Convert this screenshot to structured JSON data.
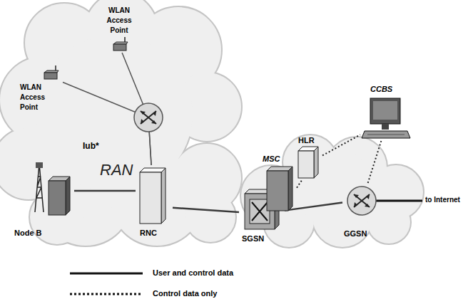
{
  "diagram": {
    "nodes": [
      {
        "text": [
          "RAN"
        ]
      },
      {
        "text": [
          "WLAN Access Point"
        ],
        "in": 0
      },
      {
        "text": [
          "WLAN Access Point"
        ],
        "in": 0
      },
      {
        "text": [
          "Node B"
        ],
        "in": 0
      },
      {
        "text": [
          "RNC"
        ],
        "in": 0
      },
      {
        "text": [
          "SGSN"
        ]
      },
      {
        "text": [
          "MSC"
        ]
      },
      {
        "text": [
          "HLR"
        ]
      },
      {
        "text": [
          "GGSN"
        ]
      },
      {
        "text": [
          "CCBS"
        ]
      }
    ],
    "edges": [
      {
        "from": 1,
        "to": 4,
        "arrow": "none"
      },
      {
        "from": 2,
        "to": 4,
        "arrow": "none"
      },
      {
        "from": 3,
        "to": 4,
        "arrow": "none"
      },
      {
        "from": 4,
        "to": 5,
        "arrow": "none"
      },
      {
        "from": 5,
        "to": 8,
        "arrow": "none"
      },
      {
        "from": 6,
        "to": 7,
        "arrow": "none"
      },
      {
        "from": 7,
        "to": 9,
        "arrow": "none"
      },
      {
        "from": 8,
        "to": 9,
        "arrow": "none"
      }
    ],
    "labels": [
      "Iub*",
      "to Internet"
    ],
    "legend": [
      {
        "text": "User and control data"
      },
      {
        "text": "Control data only"
      }
    ]
  }
}
